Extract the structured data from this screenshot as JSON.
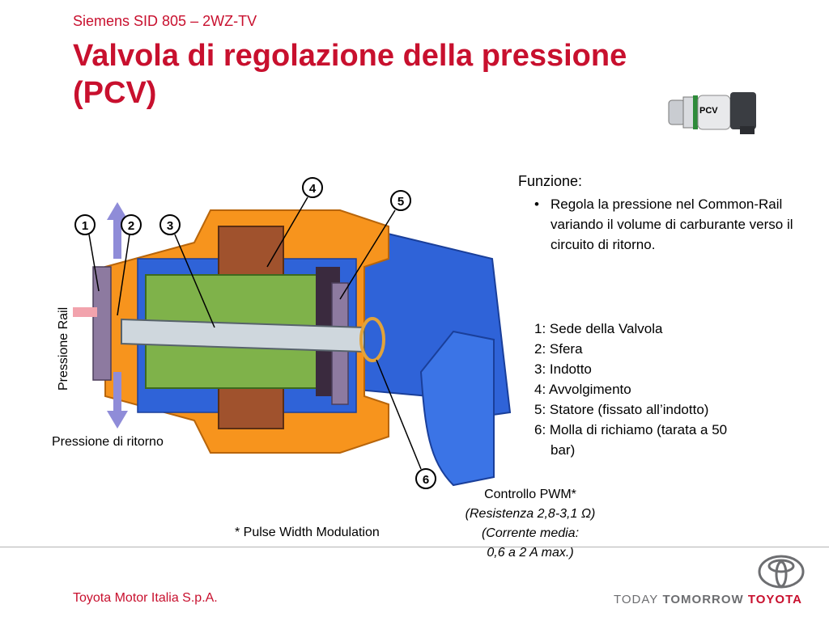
{
  "header": {
    "subtitle": "Siemens SID 805 – 2WZ-TV",
    "title": "Valvola di regolazione della pressione (PCV)",
    "thumb_label": "PCV"
  },
  "function": {
    "title": "Funzione:",
    "bullet": "•",
    "lines": [
      "Regola la pressione nel Common-Rail",
      "variando il volume di carburante verso il circuito di ritorno."
    ]
  },
  "legend": [
    {
      "label": "1: Sede della Valvola"
    },
    {
      "label": "2: Sfera"
    },
    {
      "label": "3: Indotto"
    },
    {
      "label": "4: Avvolgimento"
    },
    {
      "label": "5: Statore (fissato all’indotto)"
    },
    {
      "label": "6: Molla di richiamo (tarata a 50",
      "cont": "bar)"
    }
  ],
  "diagram": {
    "callouts": [
      "1",
      "2",
      "3",
      "4",
      "5",
      "6"
    ],
    "rail_label": "Pressione Rail",
    "return_label": "Pressione di ritorno"
  },
  "pwm": {
    "title": "Controllo PWM*",
    "resistance": "(Resistenza 2,8-3,1 Ω)",
    "current1": "(Corrente media:",
    "current2": "0,6 a 2 A max.)",
    "footnote": "* Pulse Width Modulation"
  },
  "footer": {
    "company": "Toyota Motor Italia S.p.A.",
    "today": "TODAY",
    "tomorrow": "TOMORROW",
    "brand": "TOYOTA"
  },
  "colors": {
    "accent_red": "#c8102e",
    "housing_orange": "#f7941d",
    "body_blue": "#2f63d8",
    "coil_green": "#7fb24a",
    "winding_brown": "#a0522d"
  }
}
